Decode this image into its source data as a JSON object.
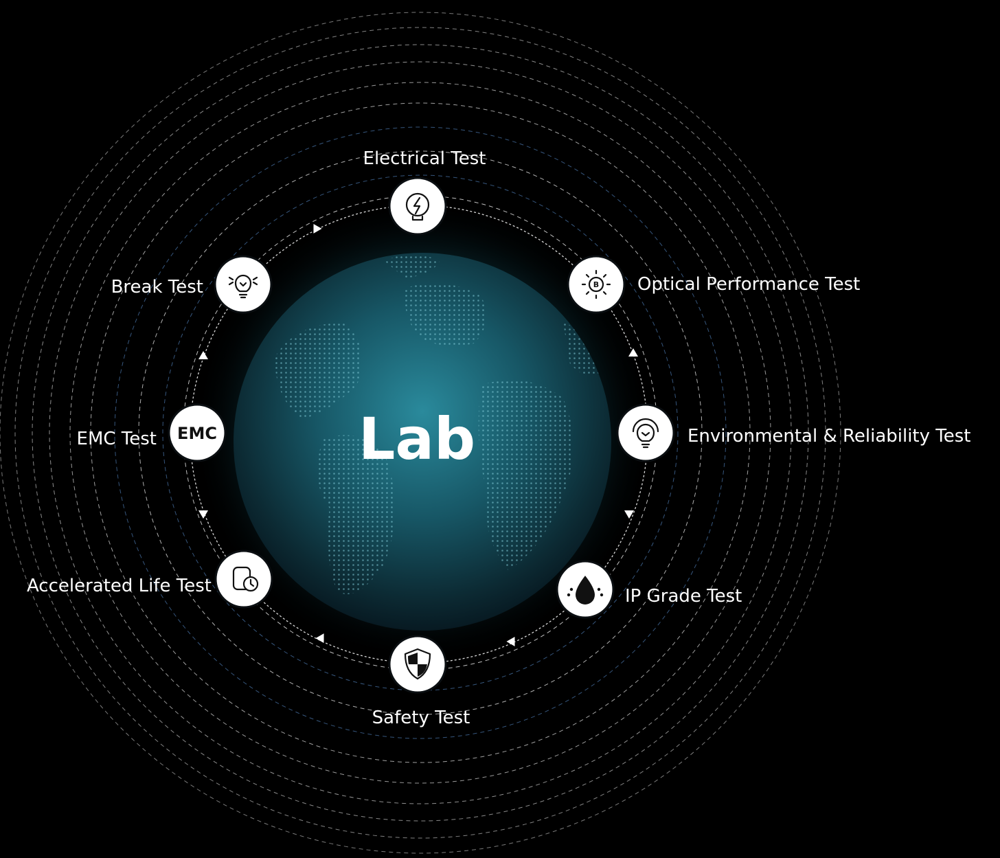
{
  "hub": {
    "label": "Lab"
  },
  "colors": {
    "background": "#000000",
    "ring_dash": "#ffffff",
    "ring_dash_blue": "#5a8fd0",
    "globe_core": "#1d6b7c",
    "node_fill": "#ffffff",
    "text": "#ffffff"
  },
  "nodes": [
    {
      "id": "electrical",
      "label": "Electrical Test",
      "icon": "lightning-bolt-icon"
    },
    {
      "id": "optical",
      "label": "Optical Performance Test",
      "icon": "sun-b-icon"
    },
    {
      "id": "environmental",
      "label": "Environmental & Reliability Test",
      "icon": "lightbulb-signal-icon"
    },
    {
      "id": "ip",
      "label": "IP Grade Test",
      "icon": "water-drop-icon"
    },
    {
      "id": "safety",
      "label": "Safety Test",
      "icon": "shield-icon"
    },
    {
      "id": "accelerated",
      "label": "Accelerated Life Test",
      "icon": "clock-document-icon"
    },
    {
      "id": "emc",
      "label": "EMC Test",
      "icon": "emc-text-icon",
      "icon_text": "EMC"
    },
    {
      "id": "break",
      "label": "Break Test",
      "icon": "broken-bulb-icon"
    }
  ]
}
